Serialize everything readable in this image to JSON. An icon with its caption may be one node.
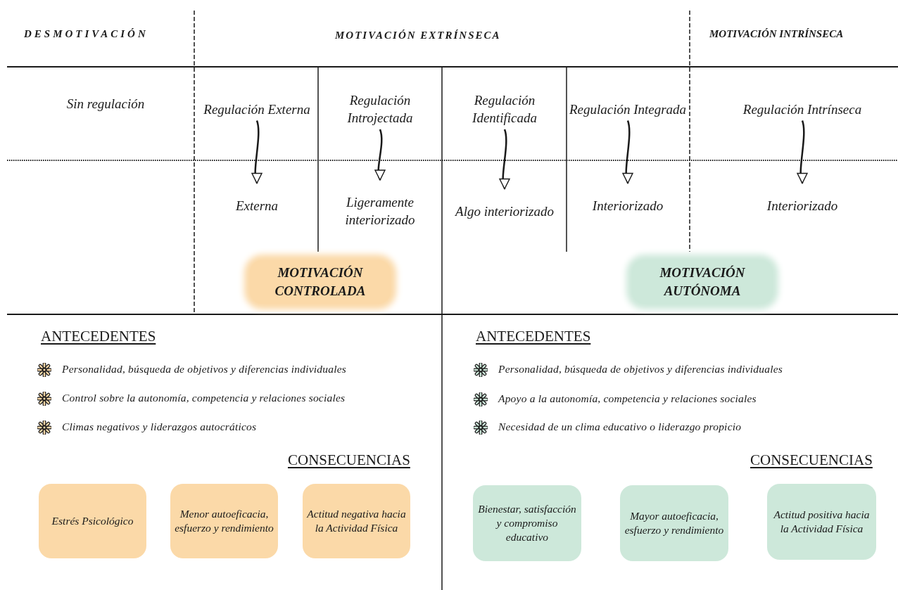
{
  "diagram": {
    "nodes": [
      {
        "text": [
          "Regulación Externa"
        ]
      },
      {
        "text": [
          "Regulación Introjectada"
        ]
      },
      {
        "text": [
          "Regulación Identificada"
        ]
      },
      {
        "text": [
          "Regulación Integrada"
        ]
      },
      {
        "text": [
          "Regulación Intrínseca"
        ]
      },
      {
        "text": [
          "Externa"
        ]
      },
      {
        "text": [
          "Ligeramente interiorizado"
        ]
      },
      {
        "text": [
          "Algo interiorizado"
        ]
      },
      {
        "text": [
          "Interiorizado"
        ]
      },
      {
        "text": [
          "Interiorizado"
        ]
      },
      {
        "text": [
          "MOTIVACIÓN CONTROLADA"
        ]
      },
      {
        "text": [
          "MOTIVACIÓN AUTÓNOMA"
        ]
      },
      {
        "text": [
          "Estrés Psicológico"
        ]
      },
      {
        "text": [
          "Menor autoeficacia, esfuerzo y rendimiento"
        ]
      },
      {
        "text": [
          "Actitud negativa hacia la Actividad Física"
        ]
      },
      {
        "text": [
          "Bienestar, satisfacción y compromiso educativo"
        ]
      },
      {
        "text": [
          "Mayor autoeficacia, esfuerzo y rendimiento"
        ]
      },
      {
        "text": [
          "Actitud positiva hacia la Actividad Física"
        ]
      }
    ],
    "edges": [
      {
        "from": 0,
        "to": 5,
        "arrow": "to"
      },
      {
        "from": 1,
        "to": 6,
        "arrow": "to"
      },
      {
        "from": 2,
        "to": 7,
        "arrow": "to"
      },
      {
        "from": 3,
        "to": 8,
        "arrow": "to"
      },
      {
        "from": 4,
        "to": 9,
        "arrow": "to"
      }
    ],
    "labels": [
      "DESMOTIVACIÓN",
      "MOTIVACIÓN EXTRÍNSECA",
      "MOTIVACIÓN INTRÍNSECA",
      "Sin regulación",
      "ANTECEDENTES",
      "Personalidad, búsqueda de objetivos y diferencias individuales",
      "Control sobre la autonomía, competencia y relaciones sociales",
      "Climas negativos y liderazgos autocráticos",
      "CONSECUENCIAS",
      "ANTECEDENTES",
      "Personalidad, búsqueda de objetivos y diferencias individuales",
      "Apoyo a la autonomía, competencia y relaciones sociales",
      "Necesidad de un clima educativo o liderazgo propicio",
      "CONSECUENCIAS"
    ]
  }
}
